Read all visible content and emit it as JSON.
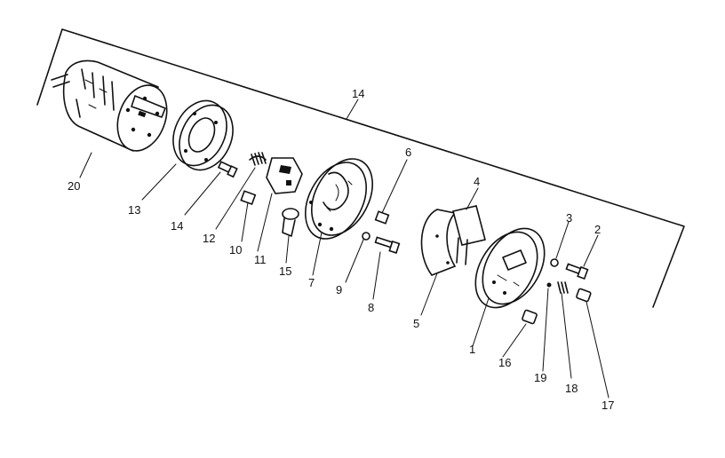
{
  "diagram": {
    "colors": {
      "ink": "#111111",
      "paper": "#ffffff"
    },
    "labels": {
      "l1": "1",
      "l2": "2",
      "l3": "3",
      "l4": "4",
      "l5": "5",
      "l6": "6",
      "l7": "7",
      "l8": "8",
      "l9": "9",
      "l10": "10",
      "l11": "11",
      "l12": "12",
      "l13": "13",
      "l14": "14",
      "l14a": "14",
      "l15": "15",
      "l16": "16",
      "l17": "17",
      "l18": "18",
      "l19": "19",
      "l20": "20"
    }
  }
}
